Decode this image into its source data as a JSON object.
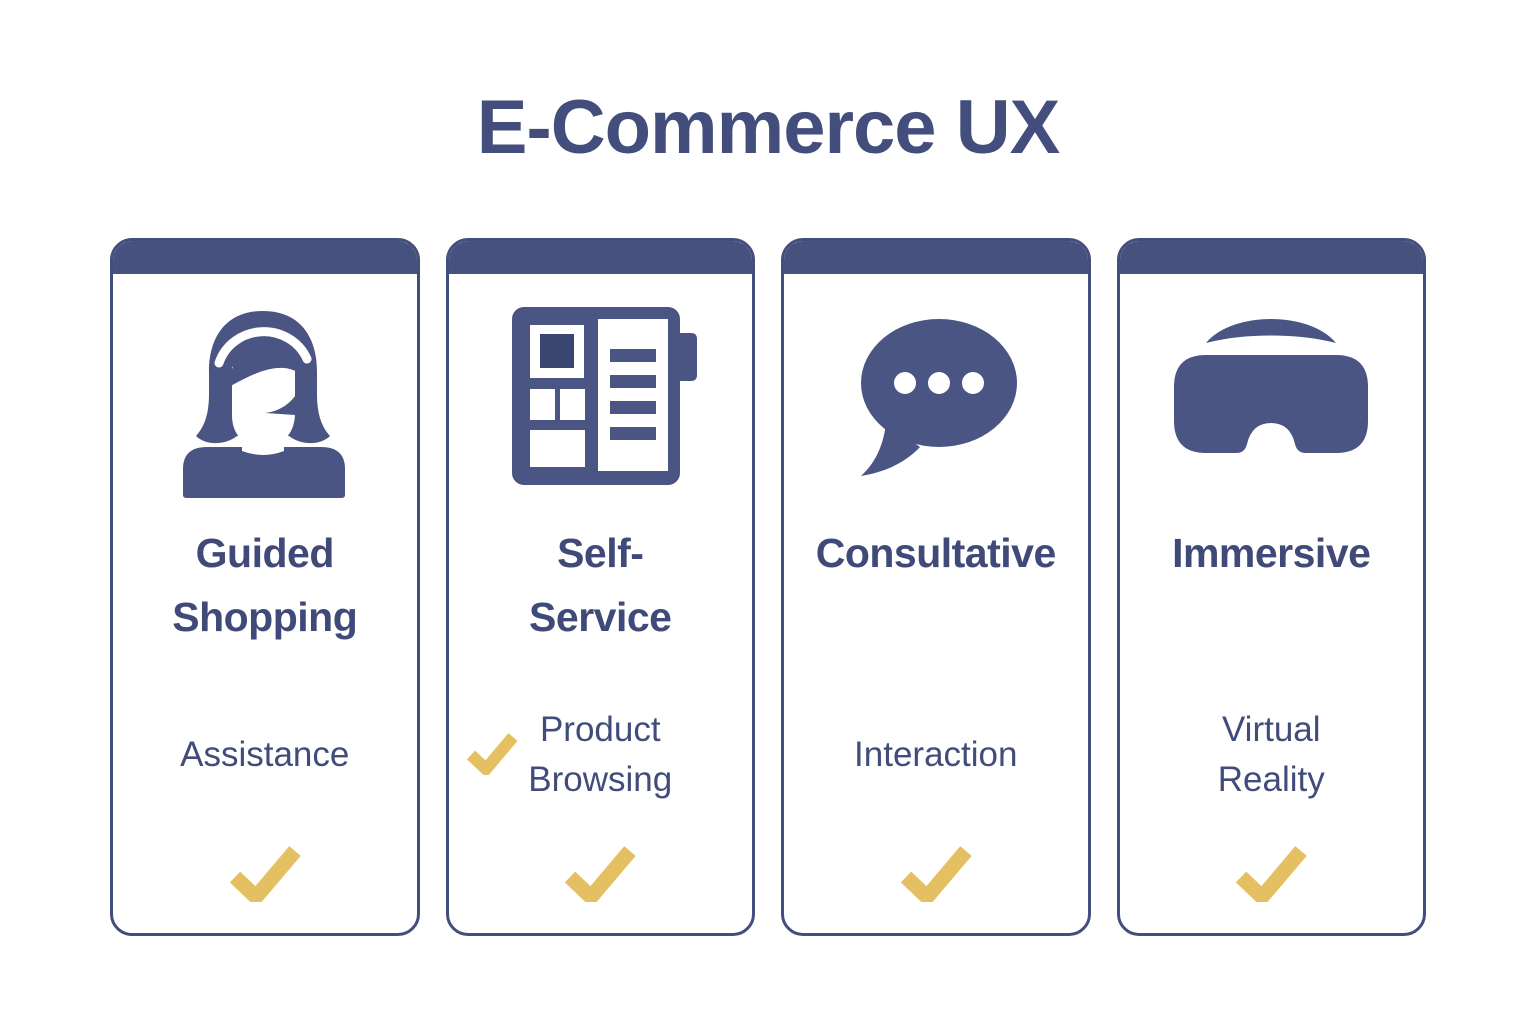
{
  "title": "E-Commerce UX",
  "colors": {
    "navy": "#434e7c",
    "header_navy": "#47517e",
    "icon_navy": "#4b5583",
    "text_navy": "#3f4a78",
    "check_gold": "#e4c062",
    "background": "#ffffff"
  },
  "cards": [
    {
      "name": "guided-shopping",
      "icon": "support-agent-icon",
      "title": "Guided Shopping",
      "title_lines": [
        "Guided",
        "Shopping"
      ],
      "feature": {
        "label": "Assistance",
        "inline_check": false
      },
      "bottom_check": true
    },
    {
      "name": "self-service",
      "icon": "kiosk-icon",
      "title": "Self-Service",
      "title_lines": [
        "Self-",
        "Service"
      ],
      "feature": {
        "label": "Product Browsing",
        "inline_check": true
      },
      "bottom_check": true
    },
    {
      "name": "consultative",
      "icon": "chat-bubble-icon",
      "title": "Consultative",
      "title_lines": [
        "Consultative"
      ],
      "feature": {
        "label": "Interaction",
        "inline_check": false
      },
      "bottom_check": true
    },
    {
      "name": "immersive",
      "icon": "vr-headset-icon",
      "title": "Immersive",
      "title_lines": [
        "Immersive"
      ],
      "feature": {
        "label": "Virtual Reality",
        "inline_check": false
      },
      "bottom_check": true
    }
  ]
}
